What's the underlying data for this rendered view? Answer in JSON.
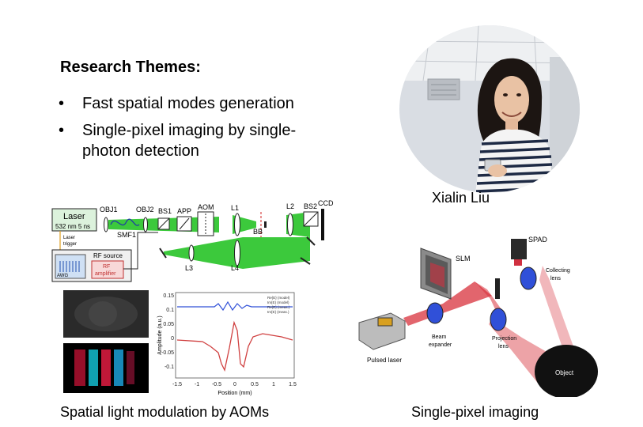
{
  "research": {
    "title": "Research Themes:",
    "bullet_char": "•",
    "items": [
      "Fast spatial modes generation",
      "Single-pixel imaging by single-photon detection"
    ],
    "item2_line1": "Single-pixel imaging by single-",
    "item2_line2": "photon detection"
  },
  "profile": {
    "name": "Xialin Liu"
  },
  "setup": {
    "laser": "Laser",
    "laser_spec": "532 nm 5 ns",
    "laser_trigger": "Laser\ntrigger",
    "rf_source": "RF source",
    "rf_amplifier": "RF\namplifier",
    "awg": "AWG",
    "labels": [
      "OBJ1",
      "OBJ2",
      "BS1",
      "APP",
      "AOM",
      "L1",
      "L2",
      "BS2",
      "CCD",
      "SMF1",
      "BB",
      "L3",
      "L4"
    ]
  },
  "plot": {
    "ylabel": "Amplitude (a.u.)",
    "xlabel": "Position (mm)",
    "yticks": [
      "0.15",
      "0.1",
      "0.05",
      "0",
      "-0.05",
      "-0.1"
    ],
    "xticks": [
      "-1.5",
      "-1",
      "-0.5",
      "0",
      "0.5",
      "1",
      "1.5"
    ],
    "legend": [
      "Re{E} (model)",
      "Im{E} (model)",
      "Re{E} (meas.)",
      "Im{E} (meas.)"
    ]
  },
  "spi": {
    "labels": [
      "SLM",
      "SPAD",
      "Collecting lens",
      "Beam expander",
      "Projection lens",
      "Pulsed laser",
      "Object"
    ]
  },
  "captions": {
    "left": "Spatial light modulation by AOMs",
    "right": "Single-pixel imaging"
  },
  "colors": {
    "beam_green": "#3cc93c",
    "beam_red": "#d8323c",
    "lens_blue": "#3050d8"
  }
}
